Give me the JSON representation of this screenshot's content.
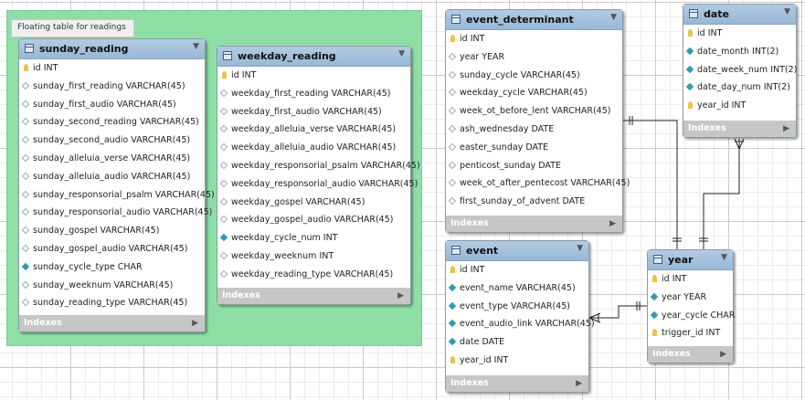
{
  "layer": {
    "label": "Floating table for readings",
    "color": "#8ddfa5"
  },
  "icons": {
    "table": "table-icon",
    "key": "key-icon",
    "field": "diamond-icon",
    "not_null": "filled-diamond-icon",
    "collapse": "triangle-down-icon",
    "expand": "triangle-right-icon"
  },
  "tables": {
    "sunday_reading": {
      "name": "sunday_reading",
      "footer": "Indexes",
      "columns": [
        {
          "text": "id INT",
          "kind": "key"
        },
        {
          "text": "sunday_first_reading VARCHAR(45)",
          "kind": "field"
        },
        {
          "text": "sunday_first_audio VARCHAR(45)",
          "kind": "field"
        },
        {
          "text": "sunday_second_reading VARCHAR(45)",
          "kind": "field"
        },
        {
          "text": "sunday_second_audio VARCHAR(45)",
          "kind": "field"
        },
        {
          "text": "sunday_alleluia_verse VARCHAR(45)",
          "kind": "field"
        },
        {
          "text": "sunday_alleluia_audio VARCHAR(45)",
          "kind": "field"
        },
        {
          "text": "sunday_responsorial_psalm VARCHAR(45)",
          "kind": "field"
        },
        {
          "text": "sunday_responsorial_audio VARCHAR(45)",
          "kind": "field"
        },
        {
          "text": "sunday_gospel VARCHAR(45)",
          "kind": "field"
        },
        {
          "text": "sunday_gospel_audio VARCHAR(45)",
          "kind": "field"
        },
        {
          "text": "sunday_cycle_type CHAR",
          "kind": "nn"
        },
        {
          "text": "sunday_weeknum VARCHAR(45)",
          "kind": "field"
        },
        {
          "text": "sunday_reading_type VARCHAR(45)",
          "kind": "field"
        }
      ]
    },
    "weekday_reading": {
      "name": "weekday_reading",
      "footer": "Indexes",
      "columns": [
        {
          "text": "id INT",
          "kind": "key"
        },
        {
          "text": "weekday_first_reading VARCHAR(45)",
          "kind": "field"
        },
        {
          "text": "weekday_first_audio VARCHAR(45)",
          "kind": "field"
        },
        {
          "text": "weekday_alleluia_verse VARCHAR(45)",
          "kind": "field"
        },
        {
          "text": "weekday_alleluia_audio VARCHAR(45)",
          "kind": "field"
        },
        {
          "text": "weekday_responsorial_psalm VARCHAR(45)",
          "kind": "field"
        },
        {
          "text": "weekday_responsorial_audio VARCHAR(45)",
          "kind": "field"
        },
        {
          "text": "weekday_gospel VARCHAR(45)",
          "kind": "field"
        },
        {
          "text": "weekday_gospel_audio VARCHAR(45)",
          "kind": "field"
        },
        {
          "text": "weekday_cycle_num INT",
          "kind": "nn"
        },
        {
          "text": "weekday_weeknum INT",
          "kind": "field"
        },
        {
          "text": "weekday_reading_type VARCHAR(45)",
          "kind": "field"
        }
      ]
    },
    "event_determinant": {
      "name": "event_determinant",
      "footer": "Indexes",
      "columns": [
        {
          "text": "id INT",
          "kind": "key"
        },
        {
          "text": "year YEAR",
          "kind": "field"
        },
        {
          "text": "sunday_cycle VARCHAR(45)",
          "kind": "field"
        },
        {
          "text": "weekday_cycle VARCHAR(45)",
          "kind": "field"
        },
        {
          "text": "week_ot_before_lent VARCHAR(45)",
          "kind": "field"
        },
        {
          "text": "ash_wednesday DATE",
          "kind": "field"
        },
        {
          "text": "easter_sunday DATE",
          "kind": "field"
        },
        {
          "text": "penticost_sunday DATE",
          "kind": "field"
        },
        {
          "text": "week_ot_after_pentecost VARCHAR(45)",
          "kind": "field"
        },
        {
          "text": "first_sunday_of_advent DATE",
          "kind": "field"
        }
      ]
    },
    "date": {
      "name": "date",
      "footer": "Indexes",
      "columns": [
        {
          "text": "id INT",
          "kind": "key"
        },
        {
          "text": "date_month INT(2)",
          "kind": "nn"
        },
        {
          "text": "date_week_num INT(2)",
          "kind": "nn"
        },
        {
          "text": "date_day_num INT(2)",
          "kind": "nn"
        },
        {
          "text": "year_id INT",
          "kind": "key"
        }
      ]
    },
    "event": {
      "name": "event",
      "footer": "Indexes",
      "columns": [
        {
          "text": "id INT",
          "kind": "key"
        },
        {
          "text": "event_name VARCHAR(45)",
          "kind": "nn"
        },
        {
          "text": "event_type VARCHAR(45)",
          "kind": "nn"
        },
        {
          "text": "event_audio_link VARCHAR(45)",
          "kind": "nn"
        },
        {
          "text": "date DATE",
          "kind": "nn"
        },
        {
          "text": "year_id INT",
          "kind": "key"
        }
      ]
    },
    "year": {
      "name": "year",
      "footer": "Indexes",
      "columns": [
        {
          "text": "id INT",
          "kind": "key"
        },
        {
          "text": "year YEAR",
          "kind": "nn"
        },
        {
          "text": "year_cycle CHAR",
          "kind": "nn"
        },
        {
          "text": "trigger_id INT",
          "kind": "key"
        }
      ]
    }
  }
}
